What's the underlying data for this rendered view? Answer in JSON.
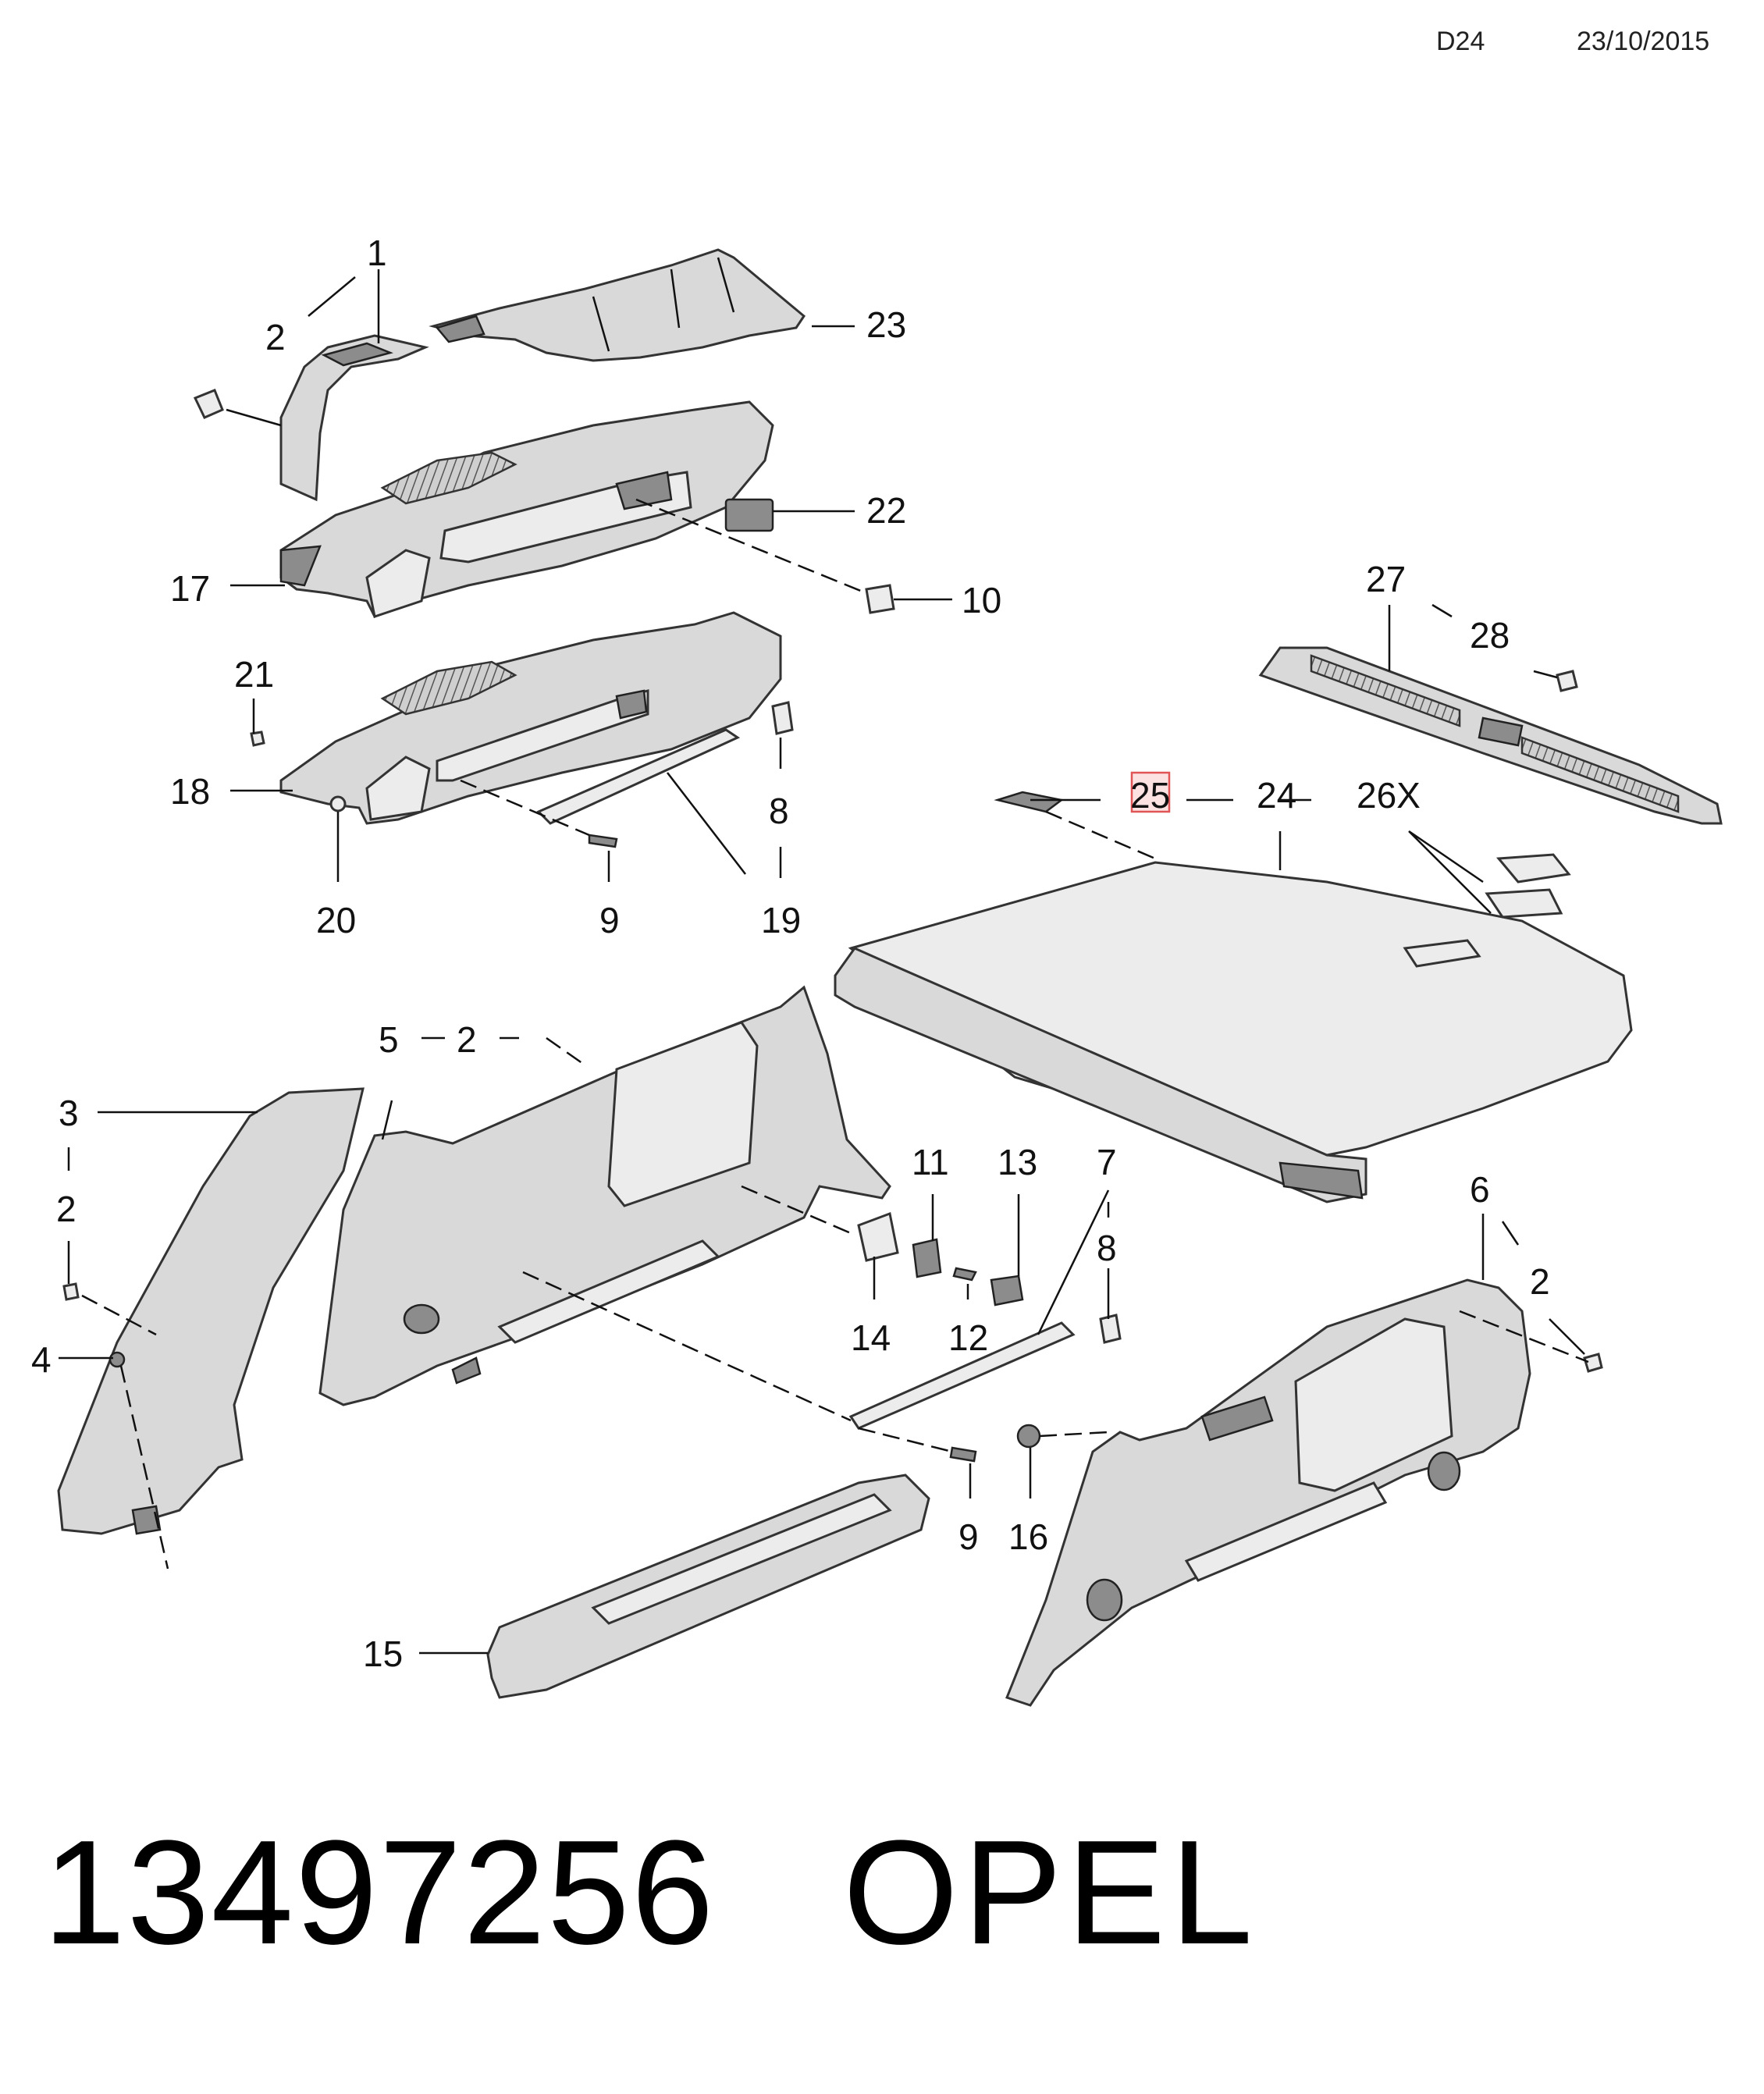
{
  "header": {
    "sheet": "D24",
    "date": "23/10/2015"
  },
  "callouts": {
    "c1": "1",
    "c2a": "2",
    "c23": "23",
    "c22": "22",
    "c17": "17",
    "c10": "10",
    "c27": "27",
    "c28": "28",
    "c21": "21",
    "c18": "18",
    "c20": "20",
    "c9a": "9",
    "c19": "19",
    "c8a": "8",
    "c25": "25",
    "c24": "24",
    "c26x": "26X",
    "c5": "5",
    "c2b": "2",
    "c3": "3",
    "c2c": "2",
    "c4": "4",
    "c11": "11",
    "c13": "13",
    "c7": "7",
    "c8b": "8",
    "c14": "14",
    "c12": "12",
    "c6": "6",
    "c2d": "2",
    "c9b": "9",
    "c16": "16",
    "c15": "15"
  },
  "highlighted_callout": "25",
  "footer": {
    "part_number": "13497256",
    "brand": "OPEL"
  }
}
